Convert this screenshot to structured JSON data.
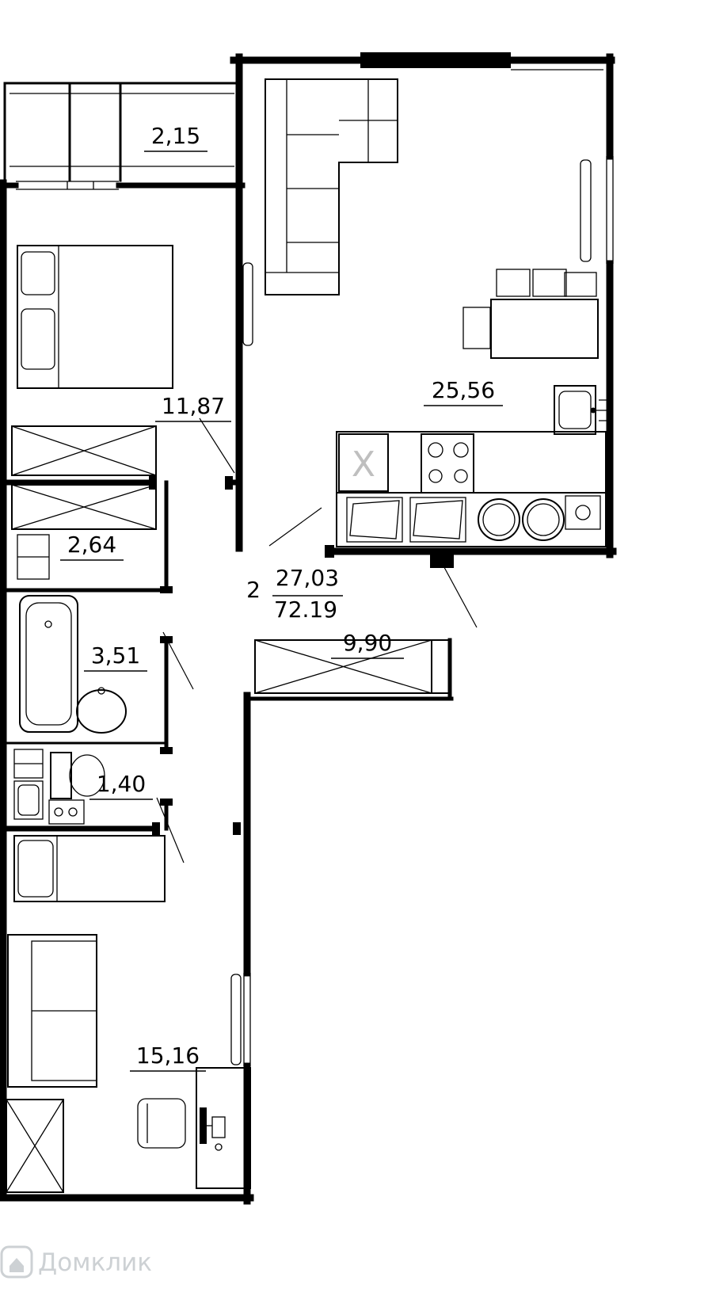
{
  "rooms": [
    {
      "name": "balcony",
      "area": "2,15"
    },
    {
      "name": "bedroom-1",
      "area": "11,87"
    },
    {
      "name": "living-kitchen",
      "area": "25,56"
    },
    {
      "name": "closet-hall",
      "area": "2,64"
    },
    {
      "name": "bathroom",
      "area": "3,51"
    },
    {
      "name": "wc",
      "area": "1,40"
    },
    {
      "name": "corridor",
      "area": "9,90"
    },
    {
      "name": "bedroom-2",
      "area": "15,16"
    }
  ],
  "summary": {
    "rooms_count": "2",
    "area_top": "27,03",
    "area_bottom": "72.19"
  },
  "kitchen": {
    "vent_mark": "X"
  },
  "watermark": {
    "brand": "Домклик"
  },
  "colors": {
    "line": "#000000",
    "background": "#ffffff",
    "watermark": "#c5c9cd",
    "vent_mark": "#bfbfbf"
  }
}
